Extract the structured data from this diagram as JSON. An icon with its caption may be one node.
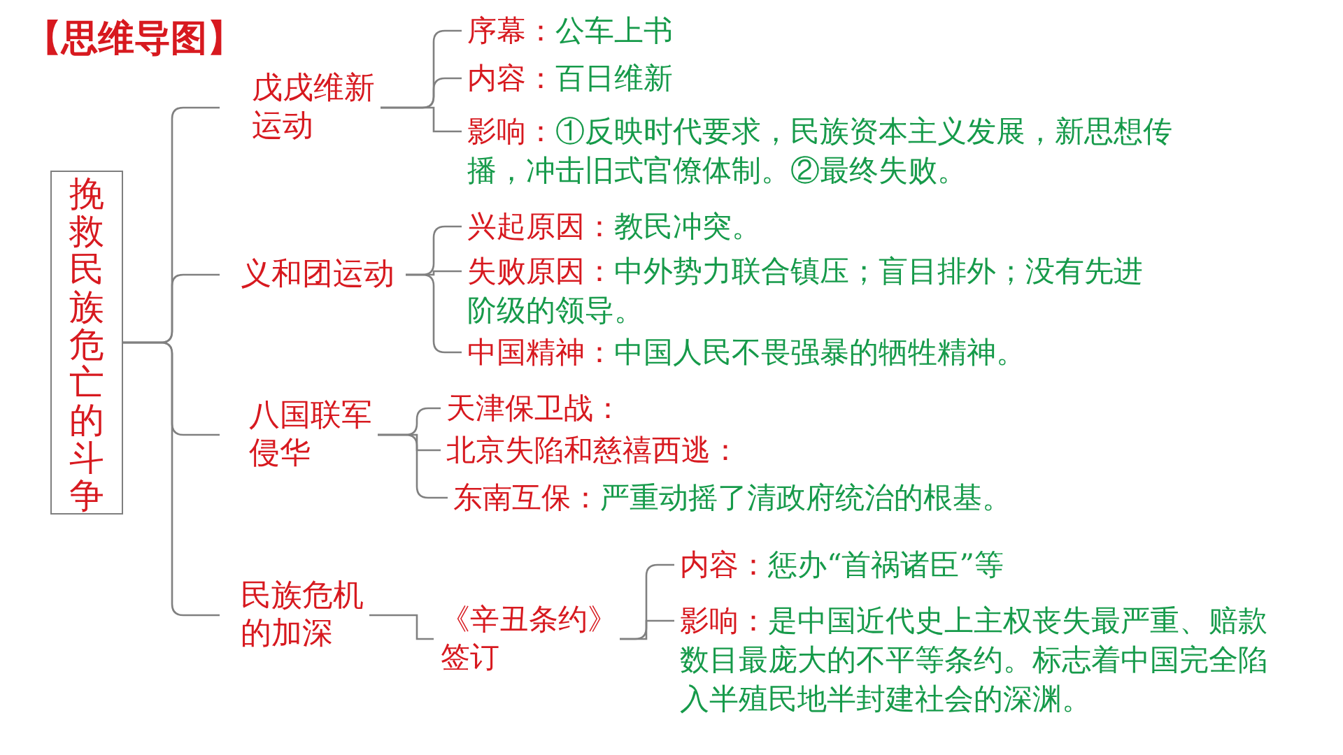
{
  "diagram": {
    "title": "【思维导图】",
    "nodes": [
      {
        "text": [
          "挽救民族危亡的斗争"
        ]
      },
      {
        "text": [
          "戊戌维新运动"
        ]
      },
      {
        "text": [
          "序幕：",
          "公车上书"
        ]
      },
      {
        "text": [
          "内容：",
          "百日维新"
        ]
      },
      {
        "text": [
          "影响：",
          "①反映时代要求，民族资本主义发展，新思想传播，冲击旧式官僚体制。②最终失败。"
        ]
      },
      {
        "text": [
          "义和团运动"
        ]
      },
      {
        "text": [
          "兴起原因：",
          "教民冲突。"
        ]
      },
      {
        "text": [
          "失败原因：",
          "中外势力联合镇压；盲目排外；没有先进阶级的领导。"
        ]
      },
      {
        "text": [
          "中国精神：",
          "中国人民不畏强暴的牺牲精神。"
        ]
      },
      {
        "text": [
          "八国联军侵华"
        ]
      },
      {
        "text": [
          "天津保卫战："
        ]
      },
      {
        "text": [
          "北京失陷和慈禧西逃："
        ]
      },
      {
        "text": [
          "东南互保：",
          "严重动摇了清政府统治的根基。"
        ]
      },
      {
        "text": [
          "民族危机的加深"
        ]
      },
      {
        "text": [
          "《辛丑条约》签订"
        ]
      },
      {
        "text": [
          "内容：",
          "惩办“首祸诸臣”等"
        ]
      },
      {
        "text": [
          "影响：",
          "是中国近代史上主权丧失最严重、赔款数目最庞大的不平等条约。标志着中国完全陷入半殖民地半封建社会的深渊。"
        ]
      }
    ],
    "edges": [
      {
        "from": 0,
        "to": 1,
        "arrow": "none"
      },
      {
        "from": 0,
        "to": 5,
        "arrow": "none"
      },
      {
        "from": 0,
        "to": 9,
        "arrow": "none"
      },
      {
        "from": 0,
        "to": 13,
        "arrow": "none"
      },
      {
        "from": 1,
        "to": 2,
        "arrow": "none"
      },
      {
        "from": 1,
        "to": 3,
        "arrow": "none"
      },
      {
        "from": 1,
        "to": 4,
        "arrow": "none"
      },
      {
        "from": 5,
        "to": 6,
        "arrow": "none"
      },
      {
        "from": 5,
        "to": 7,
        "arrow": "none"
      },
      {
        "from": 5,
        "to": 8,
        "arrow": "none"
      },
      {
        "from": 9,
        "to": 10,
        "arrow": "none"
      },
      {
        "from": 9,
        "to": 11,
        "arrow": "none"
      },
      {
        "from": 9,
        "to": 12,
        "arrow": "none"
      },
      {
        "from": 13,
        "to": 14,
        "arrow": "none"
      },
      {
        "from": 14,
        "to": 15,
        "arrow": "none"
      },
      {
        "from": 14,
        "to": 16,
        "arrow": "none"
      }
    ]
  }
}
